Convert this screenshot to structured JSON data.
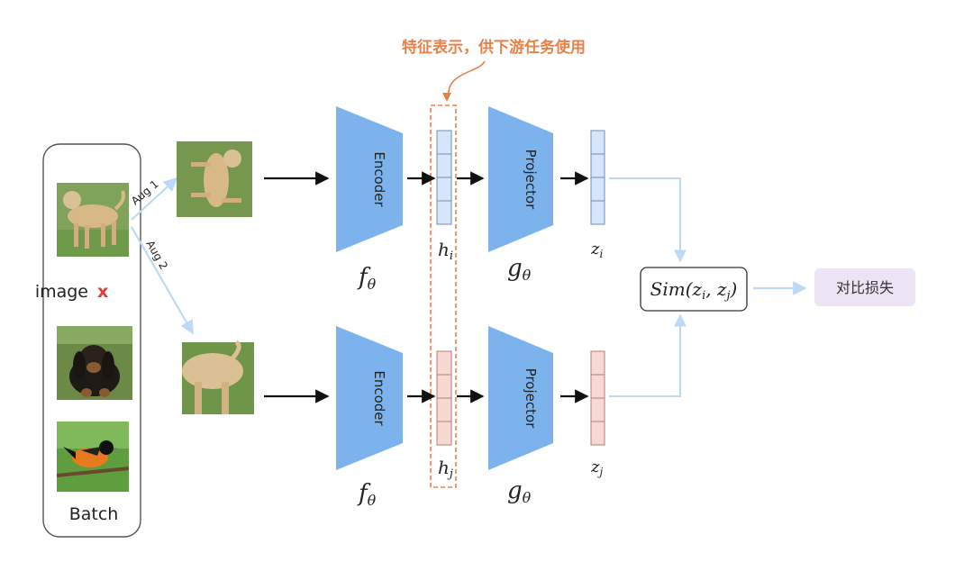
{
  "annotation": {
    "feature_note": "特征表示，供下游任务使用",
    "color": "#E8804A"
  },
  "batch": {
    "image_label": "image",
    "image_var": "x",
    "batch_label": "Batch",
    "thumbnails": [
      "dog-photo",
      "puppy-photo",
      "bird-photo"
    ]
  },
  "augmentations": {
    "aug1": "Aug 1",
    "aug2": "Aug 2"
  },
  "branches": {
    "top": {
      "encoder_label": "Encoder",
      "encoder_fn": "f",
      "encoder_fn_sub": "θ",
      "h_label": "h",
      "h_sub": "i",
      "projector_label": "Projector",
      "projector_fn": "g",
      "projector_fn_sub": "θ",
      "z_label": "z",
      "z_sub": "i",
      "vector_color": "#D6E6FA"
    },
    "bottom": {
      "encoder_label": "Encoder",
      "encoder_fn": "f",
      "encoder_fn_sub": "θ",
      "h_label": "h",
      "h_sub": "j",
      "projector_label": "Projector",
      "projector_fn": "g",
      "projector_fn_sub": "θ",
      "z_label": "z",
      "z_sub": "j",
      "vector_color": "#F8D8D2"
    }
  },
  "similarity": {
    "label": "Sim(z",
    "sub1": "i",
    "mid": ", z",
    "sub2": "j",
    "end": ")"
  },
  "loss": {
    "label": "对比损失",
    "color": "#ECE4F4"
  },
  "colors": {
    "block_blue": "#7DB3EC",
    "arrow_light": "#BCD9F5",
    "accent_red": "#E53935"
  }
}
